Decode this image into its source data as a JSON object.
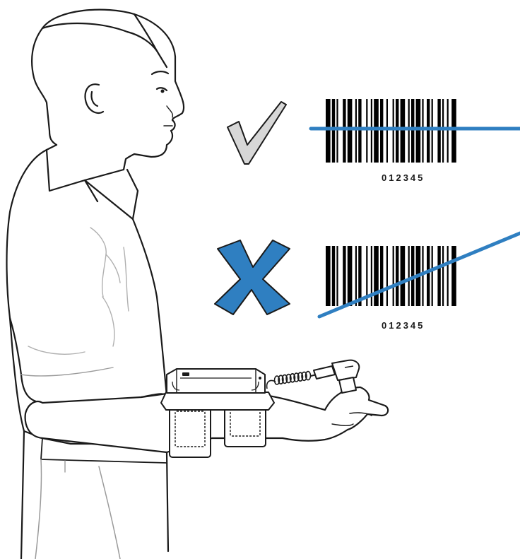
{
  "examples": [
    {
      "result": "correct",
      "barcode_number": "012345",
      "mark_color": "#d7d7d7",
      "scan_line_angle": "horizontal"
    },
    {
      "result": "incorrect",
      "barcode_number": "012345",
      "mark_color": "#2f7fc1",
      "scan_line_angle": "diagonal"
    }
  ],
  "colors": {
    "scan_line": "#2f7fc1",
    "outline": "#1a1a1a",
    "device_fill": "#ffffff"
  },
  "icons": {
    "correct": "check-mark-icon",
    "incorrect": "x-mark-icon"
  }
}
